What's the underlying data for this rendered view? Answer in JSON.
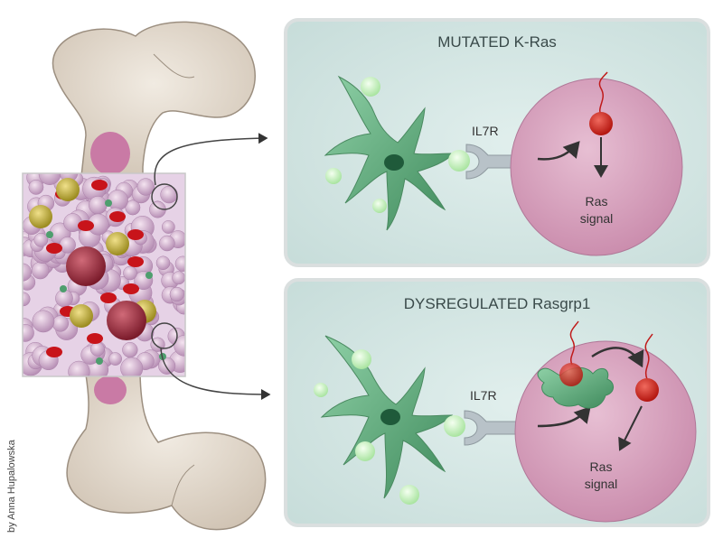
{
  "credit": "by Anna Hupalowska",
  "panels": [
    {
      "title": "MUTATED K-Ras",
      "receptor_label": "IL7R",
      "signal_label_line1": "Ras",
      "signal_label_line2": "signal"
    },
    {
      "title": "DYSREGULATED Rasgrp1",
      "receptor_label": "IL7R",
      "signal_label_line1": "Ras",
      "signal_label_line2": "signal"
    }
  ],
  "colors": {
    "panel_bg": "#d4e6e4",
    "panel_border": "#d8dcdc",
    "cell_interior": "#d9a3bf",
    "green_cell": "#4e9e6e",
    "ligand": "#c8f0c0",
    "ras_red": "#d42a22",
    "bone": "#e2d8cb",
    "receptor": "#b8c2c8"
  }
}
